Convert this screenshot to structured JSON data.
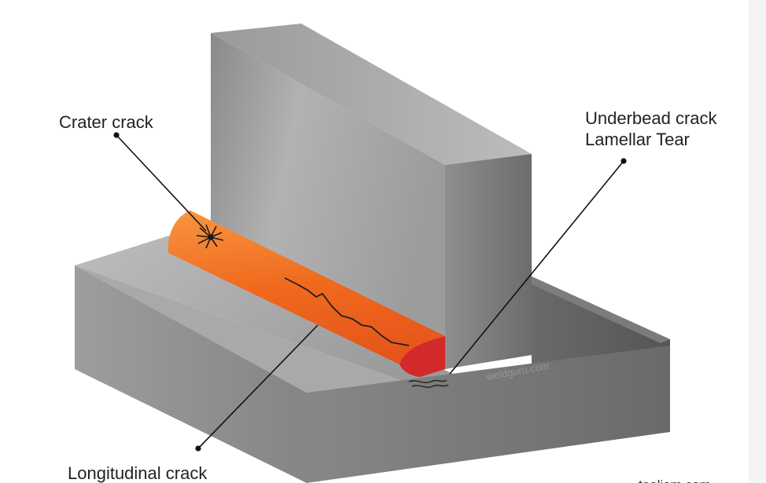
{
  "labels": {
    "crater_crack": "Crater crack",
    "underbead_crack": "Underbead crack",
    "lamellar_tear": "Lamellar Tear",
    "longitudinal_crack": "Longitudinal crack",
    "watermark": "weldguru.com",
    "credit": "tooliom.com"
  },
  "colors": {
    "weld_bead": "#f06a1e",
    "weld_end": "#d22a2a",
    "steel_light": "#a7a7a7",
    "steel_dark": "#646464",
    "leader_line": "#111111"
  }
}
